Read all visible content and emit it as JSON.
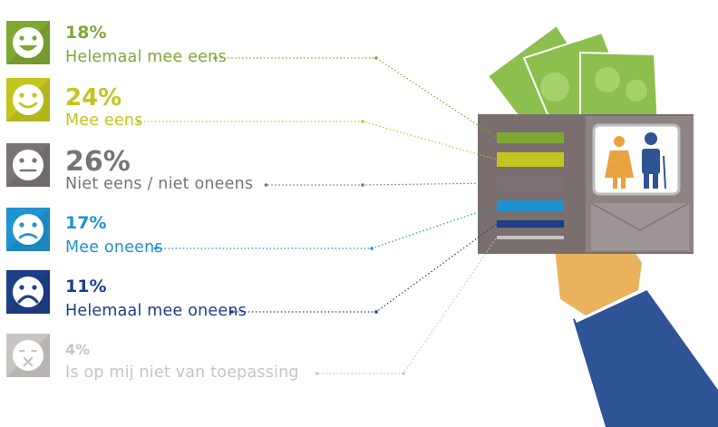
{
  "chart_data": {
    "type": "bar",
    "categories": [
      "Helemaal mee eens",
      "Mee eens",
      "Niet eens / niet oneens",
      "Mee oneens",
      "Helemaal mee oneens",
      "Is op mij niet van toepassing"
    ],
    "values": [
      18,
      24,
      26,
      17,
      11,
      4
    ],
    "value_labels": [
      "18%",
      "24%",
      "26%",
      "17%",
      "11%",
      "4%"
    ],
    "unit": "%",
    "faces": [
      "very-happy-face-icon",
      "happy-face-icon",
      "neutral-face-icon",
      "sad-face-icon",
      "very-sad-face-icon",
      "not-applicable-face-icon"
    ],
    "colors": [
      "#7fa832",
      "#c3c51e",
      "#7a7374",
      "#1e93d0",
      "#1d3f87",
      "#c8c4c2"
    ],
    "grid": false,
    "legend": "left"
  },
  "illustration": {
    "icons": [
      "money-notes-icon",
      "wallet-icon",
      "elderly-couple-icon",
      "hand-icon",
      "sleeve-icon"
    ]
  }
}
